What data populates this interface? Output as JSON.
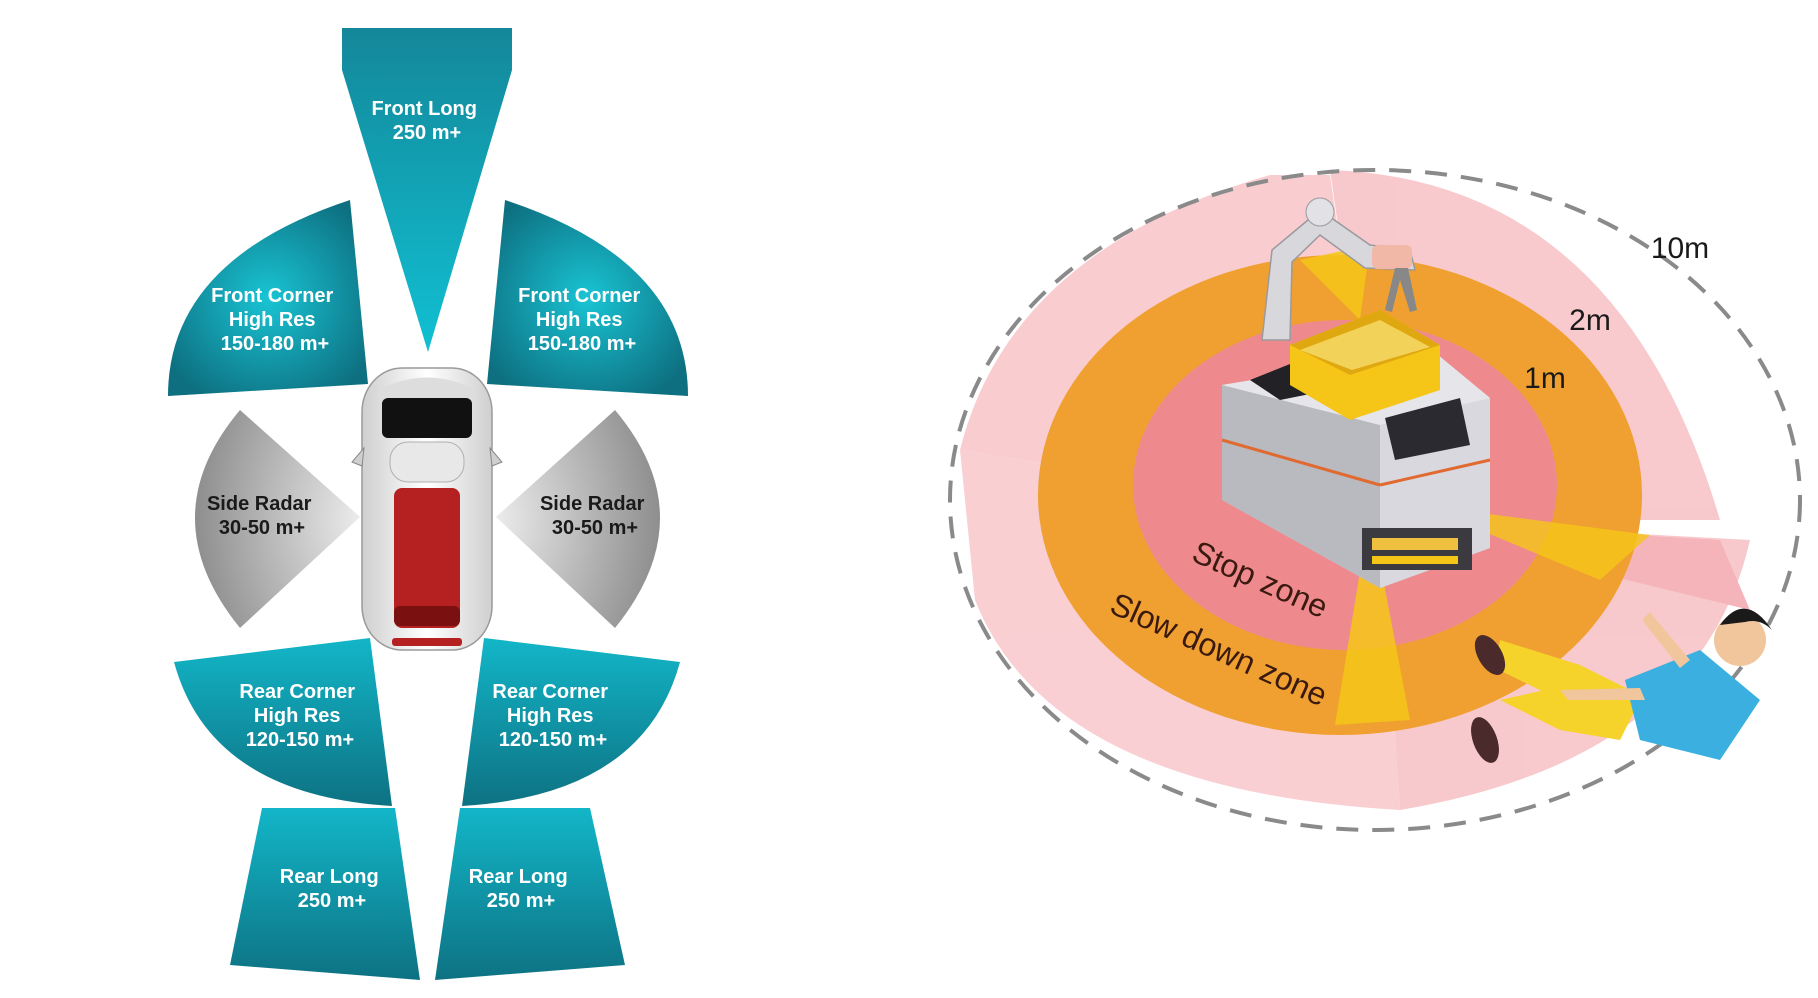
{
  "car_diagram": {
    "zones": [
      {
        "id": "front-long",
        "lines": [
          "Front Long",
          "250 m+"
        ]
      },
      {
        "id": "front-corner-left",
        "lines": [
          "Front Corner",
          "High Res",
          "150-180 m+"
        ]
      },
      {
        "id": "front-corner-right",
        "lines": [
          "Front Corner",
          "High Res",
          "150-180 m+"
        ]
      },
      {
        "id": "side-radar-left",
        "lines": [
          "Side Radar",
          "30-50 m+"
        ]
      },
      {
        "id": "side-radar-right",
        "lines": [
          "Side Radar",
          "30-50 m+"
        ]
      },
      {
        "id": "rear-corner-left",
        "lines": [
          "Rear Corner",
          "High Res",
          "120-150 m+"
        ]
      },
      {
        "id": "rear-corner-right",
        "lines": [
          "Rear Corner",
          "High Res",
          "120-150 m+"
        ]
      },
      {
        "id": "rear-long-left",
        "lines": [
          "Rear Long",
          "250 m+"
        ]
      },
      {
        "id": "rear-long-right",
        "lines": [
          "Rear Long",
          "250 m+"
        ]
      }
    ],
    "colors": {
      "teal": "#1aa3b5",
      "teal_dark": "#0f6f80",
      "gray": "#a8a8a8",
      "car_red": "#b52020"
    }
  },
  "robot_diagram": {
    "ring_labels": {
      "outer": "10m",
      "middle": "2m",
      "inner": "1m"
    },
    "zone_names": {
      "stop": "Stop zone",
      "slow": "Slow down zone"
    },
    "colors": {
      "pink": "#f7c5c8",
      "orange": "#f0a030",
      "red_zone": "#ee8a8e",
      "yellow": "#f5c518",
      "shirt": "#3bb0e0"
    }
  }
}
